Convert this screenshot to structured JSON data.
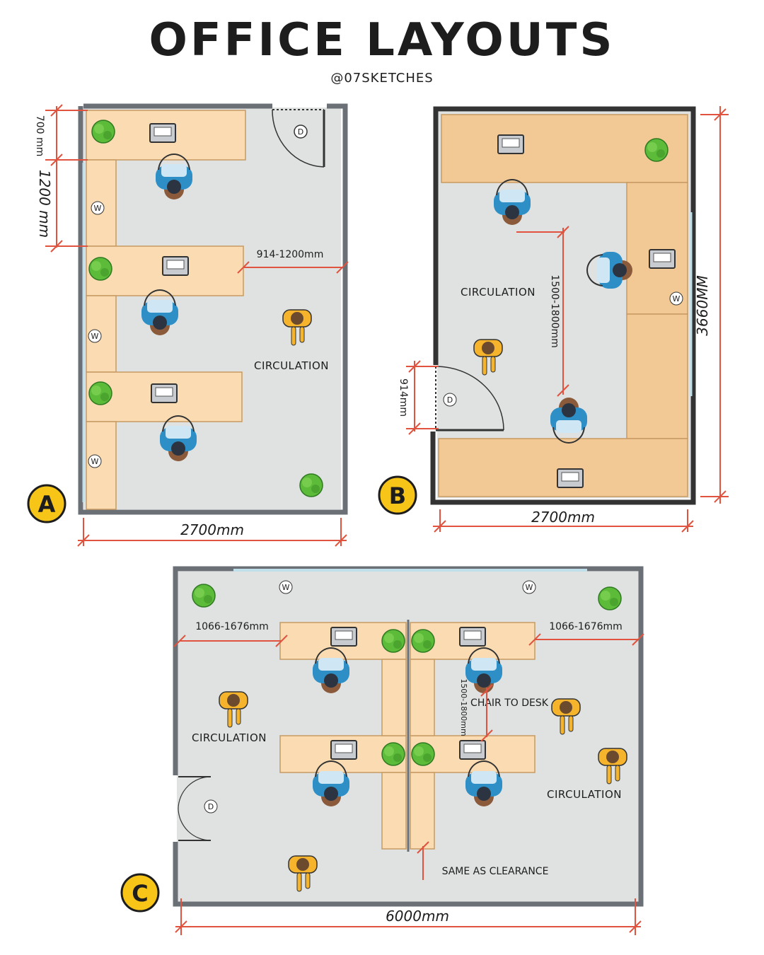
{
  "header": {
    "title": "OFFICE LAYOUTS",
    "subtitle": "@07SKETCHES"
  },
  "layout_a": {
    "badge": "A",
    "dim_width": "2700mm",
    "dim_desk_depth": "700 mm",
    "dim_desk_spacing": "1200 mm",
    "dim_aisle": "914-1200mm",
    "circulation": "CIRCULATION",
    "window_mark": "W",
    "door_mark": "D"
  },
  "layout_b": {
    "badge": "B",
    "dim_width": "2700mm",
    "dim_height": "3660MM",
    "dim_door": "914mm",
    "dim_clearance": "1500-1800mm",
    "circulation": "CIRCULATION",
    "window_mark": "W",
    "door_mark": "D"
  },
  "layout_c": {
    "badge": "C",
    "dim_width": "6000mm",
    "dim_side_left": "1066-1676mm",
    "dim_side_right": "1066-1676mm",
    "dim_chair_desk": "1500-1800mm",
    "chair_to_desk": "CHAIR TO DESK",
    "same_as_clearance": "SAME AS CLEARANCE",
    "circulation_left": "CIRCULATION",
    "circulation_right": "CIRCULATION",
    "window_mark": "W",
    "door_mark": "D"
  },
  "colors": {
    "floor": "#dfe2e0",
    "wall": "#6b7076",
    "desk": "#fbdcb2",
    "desk_dark": "#f1c68f",
    "dimension": "#e0533f",
    "shirt_blue": "#2e8fc7",
    "shirt_yellow": "#f5b42c",
    "plant": "#5dbb3a",
    "badge": "#f7c518"
  }
}
